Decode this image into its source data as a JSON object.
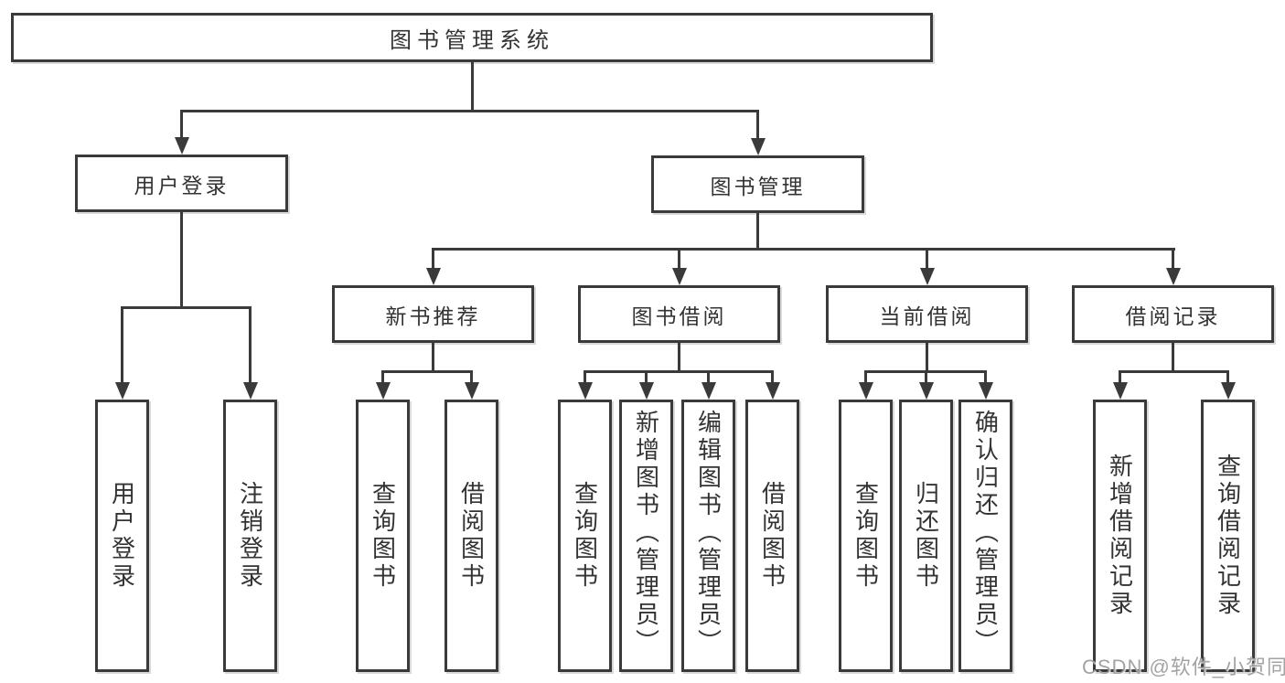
{
  "tree": {
    "root": {
      "label": "图书管理系统"
    },
    "branches": [
      {
        "label": "用户登录",
        "children": [
          {
            "label": "用户登录"
          },
          {
            "label": "注销登录"
          }
        ]
      },
      {
        "label": "图书管理",
        "children": [
          {
            "label": "新书推荐",
            "children": [
              {
                "label": "查询图书"
              },
              {
                "label": "借阅图书"
              }
            ]
          },
          {
            "label": "图书借阅",
            "children": [
              {
                "label": "查询图书"
              },
              {
                "label": "新增图书（管理员）"
              },
              {
                "label": "编辑图书（管理员）"
              },
              {
                "label": "借阅图书"
              }
            ]
          },
          {
            "label": "当前借阅",
            "children": [
              {
                "label": "查询图书"
              },
              {
                "label": "归还图书"
              },
              {
                "label": "确认归还（管理员）"
              }
            ]
          },
          {
            "label": "借阅记录",
            "children": [
              {
                "label": "新增借阅记录"
              },
              {
                "label": "查询借阅记录"
              }
            ]
          }
        ]
      }
    ]
  },
  "watermark": {
    "text": "CSDN @软件_小贺同学"
  },
  "colors": {
    "line": "#3a3a3a",
    "text": "#333333",
    "watermark": "#9b9b9b",
    "background": "#ffffff"
  }
}
